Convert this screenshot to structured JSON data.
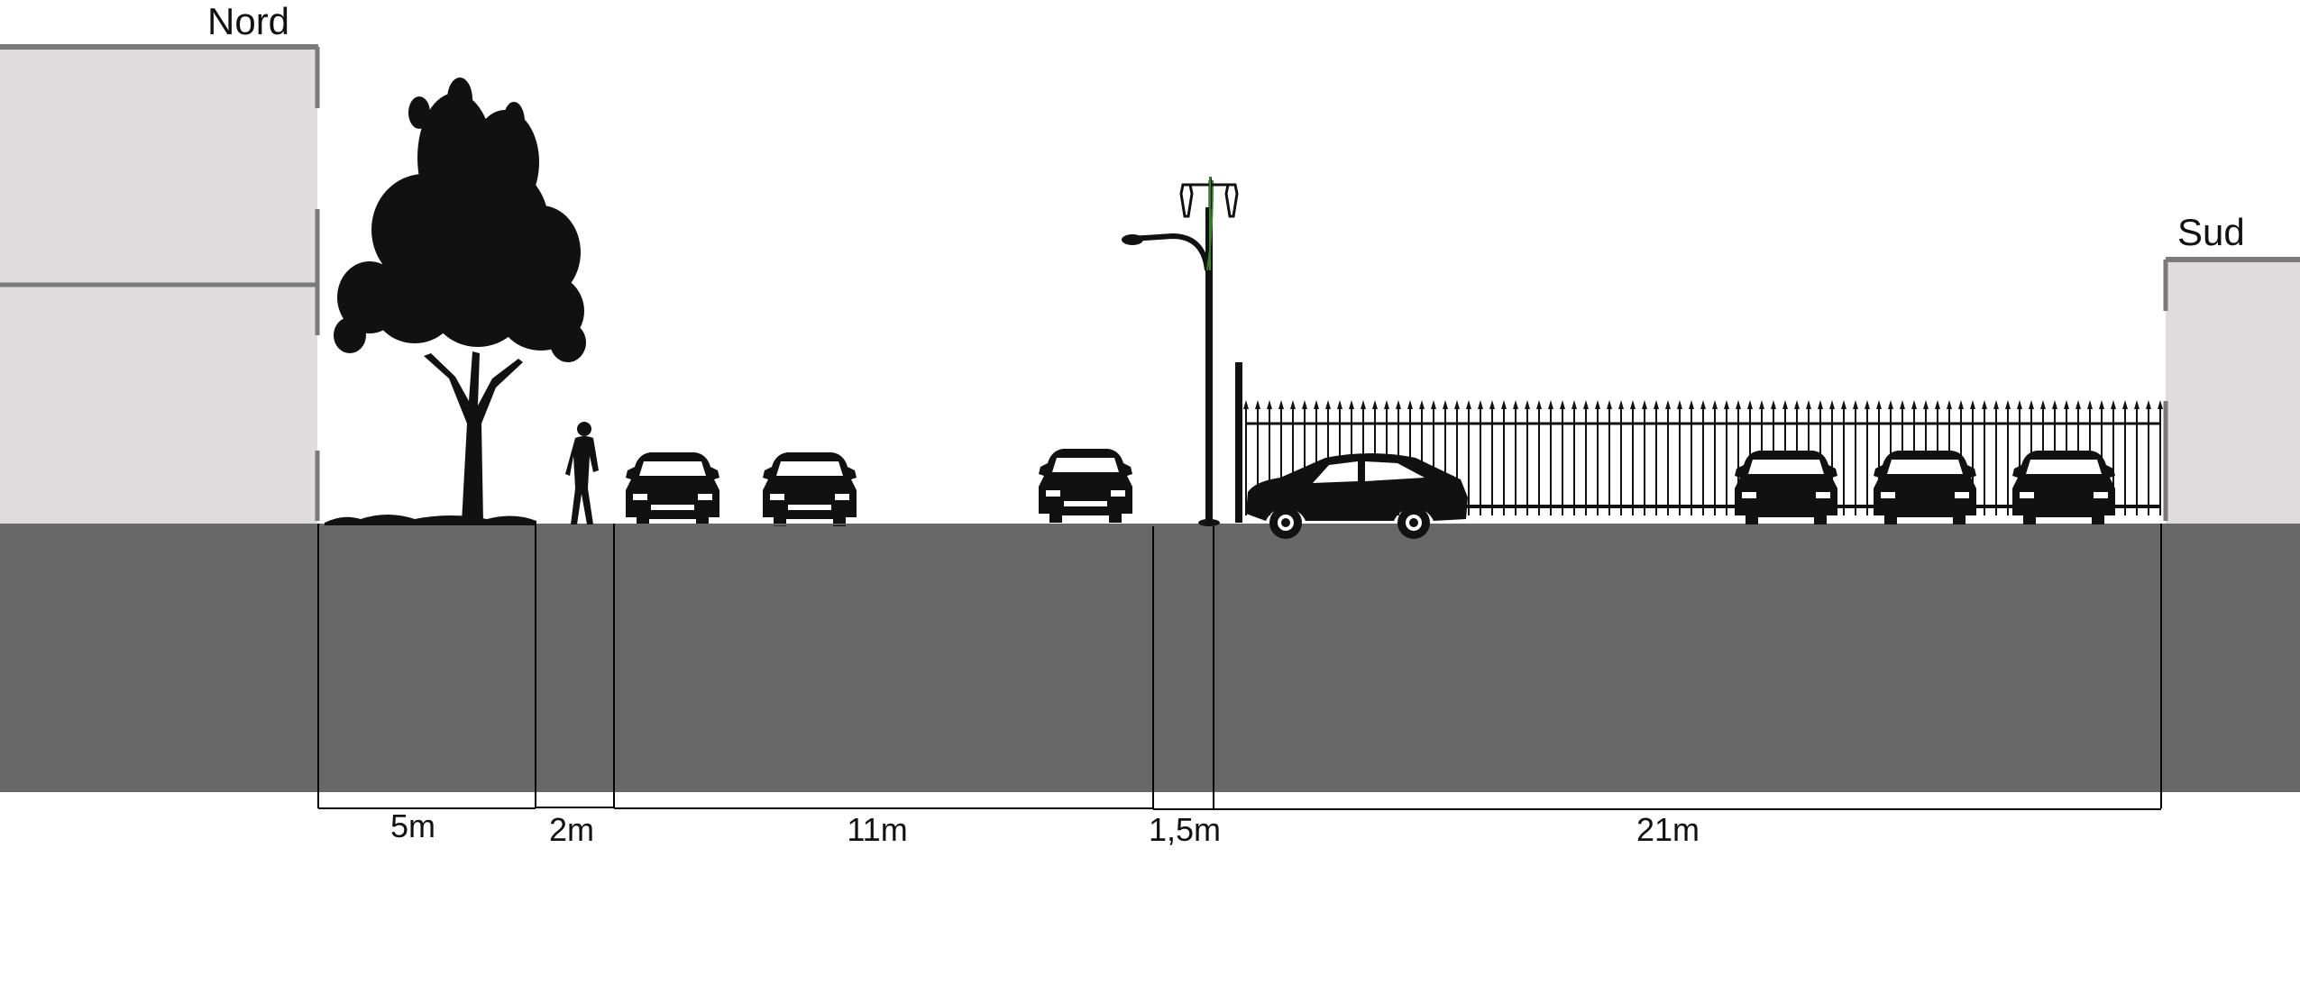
{
  "labels": {
    "north": "Nord",
    "south": "Sud"
  },
  "segments": [
    {
      "label": "5m"
    },
    {
      "label": "2m"
    },
    {
      "label": "11m"
    },
    {
      "label": "1,5m"
    },
    {
      "label": "21m"
    }
  ],
  "colors": {
    "building": "#dedcdd",
    "building_edge": "#7a7a7a",
    "ground": "#686868",
    "silhouette": "#111111",
    "lamp_accent": "#3c7d2e",
    "dimension_line": "#000000"
  }
}
